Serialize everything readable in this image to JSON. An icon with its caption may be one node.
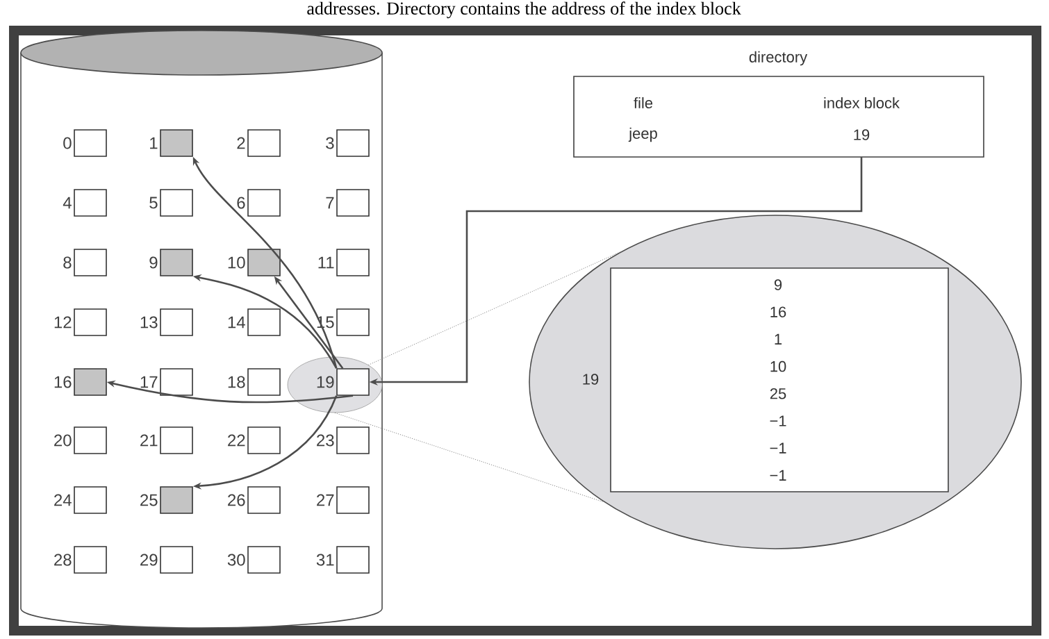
{
  "diagram": {
    "caption": "addresses. Directory contains the address of the index block",
    "nodes": [
      {
        "text": [],
        "shape": "cylinder"
      },
      {
        "text": [],
        "shape": "box",
        "beside": [
          "0"
        ],
        "in": 0
      },
      {
        "text": [],
        "shape": "box",
        "beside": [
          "1"
        ],
        "in": 0
      },
      {
        "text": [],
        "shape": "box",
        "beside": [
          "2"
        ],
        "in": 0
      },
      {
        "text": [],
        "shape": "box",
        "beside": [
          "3"
        ],
        "in": 0
      },
      {
        "text": [],
        "shape": "box",
        "beside": [
          "4"
        ],
        "in": 0
      },
      {
        "text": [],
        "shape": "box",
        "beside": [
          "5"
        ],
        "in": 0
      },
      {
        "text": [],
        "shape": "box",
        "beside": [
          "6"
        ],
        "in": 0
      },
      {
        "text": [],
        "shape": "box",
        "beside": [
          "7"
        ],
        "in": 0
      },
      {
        "text": [],
        "shape": "box",
        "beside": [
          "8"
        ],
        "in": 0
      },
      {
        "text": [],
        "shape": "box",
        "beside": [
          "9"
        ],
        "in": 0
      },
      {
        "text": [],
        "shape": "box",
        "beside": [
          "10"
        ],
        "in": 0
      },
      {
        "text": [],
        "shape": "box",
        "beside": [
          "11"
        ],
        "in": 0
      },
      {
        "text": [],
        "shape": "box",
        "beside": [
          "12"
        ],
        "in": 0
      },
      {
        "text": [],
        "shape": "box",
        "beside": [
          "13"
        ],
        "in": 0
      },
      {
        "text": [],
        "shape": "box",
        "beside": [
          "14"
        ],
        "in": 0
      },
      {
        "text": [],
        "shape": "box",
        "beside": [
          "15"
        ],
        "in": 0
      },
      {
        "text": [],
        "shape": "box",
        "beside": [
          "16"
        ],
        "in": 0
      },
      {
        "text": [],
        "shape": "box",
        "beside": [
          "17"
        ],
        "in": 0
      },
      {
        "text": [],
        "shape": "box",
        "beside": [
          "18"
        ],
        "in": 0
      },
      {
        "text": [],
        "shape": "box",
        "beside": [
          "19"
        ],
        "in": 33
      },
      {
        "text": [],
        "shape": "box",
        "beside": [
          "20"
        ],
        "in": 0
      },
      {
        "text": [],
        "shape": "box",
        "beside": [
          "21"
        ],
        "in": 0
      },
      {
        "text": [],
        "shape": "box",
        "beside": [
          "22"
        ],
        "in": 0
      },
      {
        "text": [],
        "shape": "box",
        "beside": [
          "23"
        ],
        "in": 0
      },
      {
        "text": [],
        "shape": "box",
        "beside": [
          "24"
        ],
        "in": 0
      },
      {
        "text": [],
        "shape": "box",
        "beside": [
          "25"
        ],
        "in": 0
      },
      {
        "text": [],
        "shape": "box",
        "beside": [
          "26"
        ],
        "in": 0
      },
      {
        "text": [],
        "shape": "box",
        "beside": [
          "27"
        ],
        "in": 0
      },
      {
        "text": [],
        "shape": "box",
        "beside": [
          "28"
        ],
        "in": 0
      },
      {
        "text": [],
        "shape": "box",
        "beside": [
          "29"
        ],
        "in": 0
      },
      {
        "text": [],
        "shape": "box",
        "beside": [
          "30"
        ],
        "in": 0
      },
      {
        "text": [],
        "shape": "box",
        "beside": [
          "31"
        ],
        "in": 0
      },
      {
        "text": [],
        "shape": "ellipse",
        "in": 0
      },
      {
        "text": [
          "directory",
          "file",
          "index block",
          "jeep",
          "19"
        ]
      },
      {
        "text": [
          "19"
        ]
      },
      {
        "text": [
          "9",
          "16",
          "1",
          "10",
          "25",
          "−1",
          "−1",
          "−1"
        ],
        "in": 35
      }
    ],
    "edges": [
      {
        "from": 34,
        "to": 20,
        "arrow": "to"
      },
      {
        "from": 20,
        "to": 2,
        "arrow": "to"
      },
      {
        "from": 20,
        "to": 10,
        "arrow": "to"
      },
      {
        "from": 20,
        "to": 11,
        "arrow": "to"
      },
      {
        "from": 20,
        "to": 17,
        "arrow": "to"
      },
      {
        "from": 20,
        "to": 26,
        "arrow": "to"
      },
      {
        "from": 33,
        "to": 35,
        "arrow": "none",
        "style": "dashed"
      },
      {
        "from": 33,
        "to": 35,
        "arrow": "none",
        "style": "dashed"
      }
    ]
  }
}
